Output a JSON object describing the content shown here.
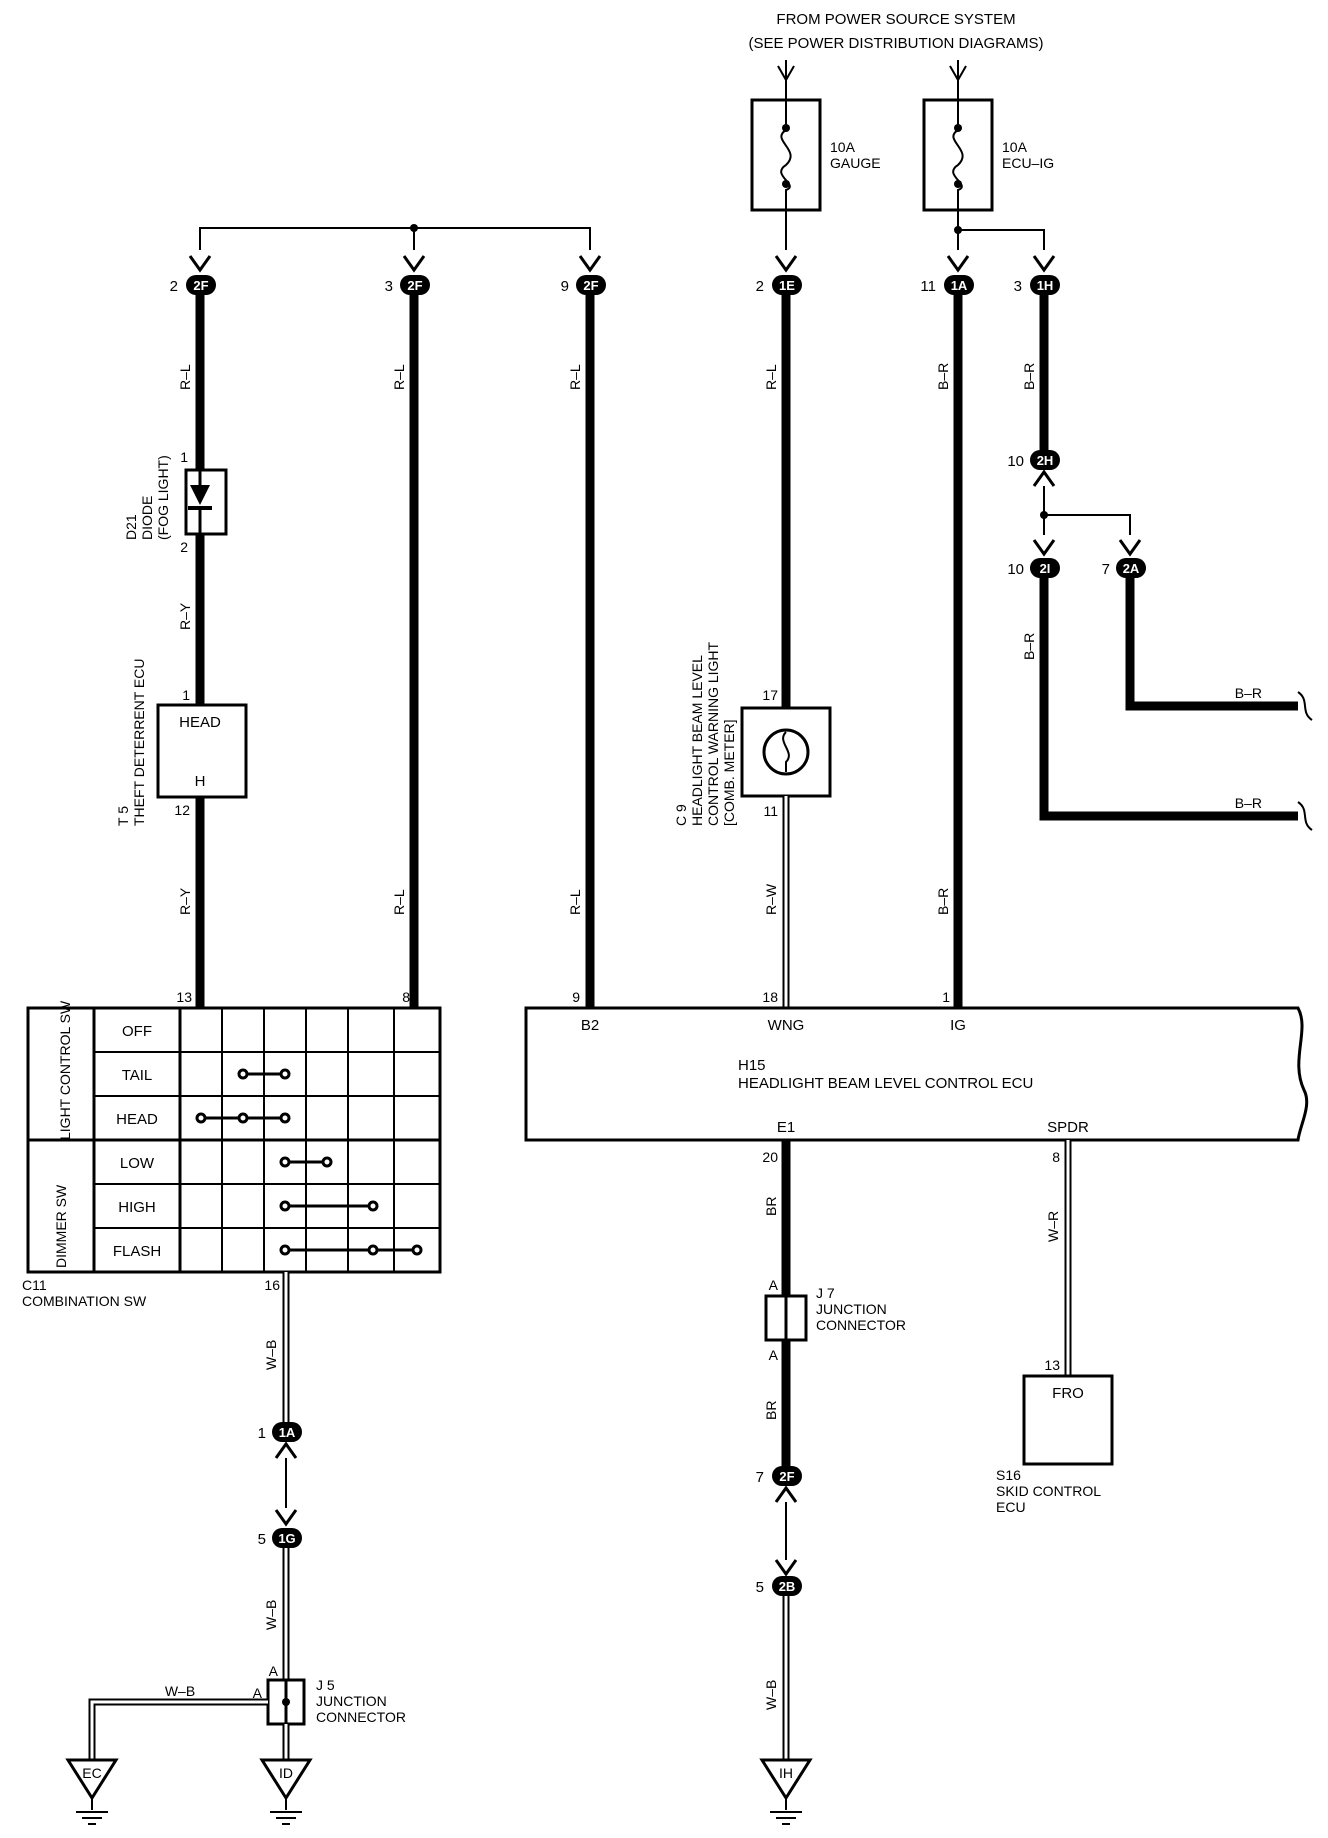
{
  "power_source": {
    "line1": "FROM POWER SOURCE SYSTEM",
    "line2": "(SEE POWER DISTRIBUTION DIAGRAMS)"
  },
  "fuses": [
    {
      "rating": "10A",
      "name": "GAUGE"
    },
    {
      "rating": "10A",
      "name": "ECU–IG"
    }
  ],
  "connectors": {
    "c2f_2": {
      "pin": "2",
      "id": "2F"
    },
    "c2f_3": {
      "pin": "3",
      "id": "2F"
    },
    "c2f_9": {
      "pin": "9",
      "id": "2F"
    },
    "c1e_2": {
      "pin": "2",
      "id": "1E"
    },
    "c1a_11": {
      "pin": "11",
      "id": "1A"
    },
    "c1h_3": {
      "pin": "3",
      "id": "1H"
    },
    "c2h_10": {
      "pin": "10",
      "id": "2H"
    },
    "c2i_10": {
      "pin": "10",
      "id": "2I"
    },
    "c2a_7": {
      "pin": "7",
      "id": "2A"
    },
    "c1a_1": {
      "pin": "1",
      "id": "1A"
    },
    "c1g_5": {
      "pin": "5",
      "id": "1G"
    },
    "c2f_7": {
      "pin": "7",
      "id": "2F"
    },
    "c2b_5": {
      "pin": "5",
      "id": "2B"
    }
  },
  "wire_colors": {
    "rl1": "R–L",
    "rl2": "R–L",
    "rl3": "R–L",
    "rl4": "R–L",
    "rl5": "R–L",
    "rl6": "R–L",
    "br1": "B–R",
    "br2": "B–R",
    "br3": "B–R",
    "br4": "B–R",
    "br_out1": "B–R",
    "br_out2": "B–R",
    "ry1": "R–Y",
    "ry2": "R–Y",
    "rw": "R–W",
    "wb1": "W–B",
    "wb2": "W–B",
    "wb3": "W–B",
    "wb4": "W–B",
    "br_e1": "BR",
    "br_e2": "BR",
    "wr": "W–R"
  },
  "components": {
    "diode": {
      "id": "D21",
      "name": "DIODE",
      "sub": "(FOG LIGHT)",
      "pin_top": "1",
      "pin_bottom": "2"
    },
    "theft_ecu": {
      "id": "T 5",
      "name": "THEFT DETERRENT ECU",
      "label_top": "HEAD",
      "label_bottom": "H",
      "pin_top": "1",
      "pin_bottom": "12"
    },
    "warning_light": {
      "id": "C 9",
      "name1": "HEADLIGHT BEAM LEVEL",
      "name2": "CONTROL WARNING LIGHT",
      "name3": "[COMB. METER]",
      "pin_top": "17",
      "pin_bottom": "11"
    },
    "combination_sw": {
      "id": "C11",
      "name": "COMBINATION SW",
      "pin_13": "13",
      "pin_8": "8",
      "pin_16": "16",
      "group_light": "LIGHT CONTROL SW",
      "group_dimmer": "DIMMER SW",
      "rows": [
        "OFF",
        "TAIL",
        "HEAD",
        "LOW",
        "HIGH",
        "FLASH"
      ]
    },
    "ecu": {
      "id": "H15",
      "name": "HEADLIGHT BEAM LEVEL CONTROL ECU",
      "pins_top": {
        "b2_num": "9",
        "b2": "B2",
        "wng_num": "18",
        "wng": "WNG",
        "ig_num": "1",
        "ig": "IG"
      },
      "pins_bottom": {
        "e1": "E1",
        "e1_num": "20",
        "spdr": "SPDR",
        "spdr_num": "8"
      }
    },
    "j7": {
      "id": "J 7",
      "name1": "JUNCTION",
      "name2": "CONNECTOR",
      "pin_a1": "A",
      "pin_a2": "A"
    },
    "j5": {
      "id": "J 5",
      "name1": "JUNCTION",
      "name2": "CONNECTOR",
      "pin_a1": "A",
      "pin_a2": "A"
    },
    "skid": {
      "id": "S16",
      "name1": "SKID CONTROL",
      "name2": "ECU",
      "label": "FRO",
      "pin": "13"
    }
  },
  "grounds": [
    "EC",
    "ID",
    "IH"
  ]
}
